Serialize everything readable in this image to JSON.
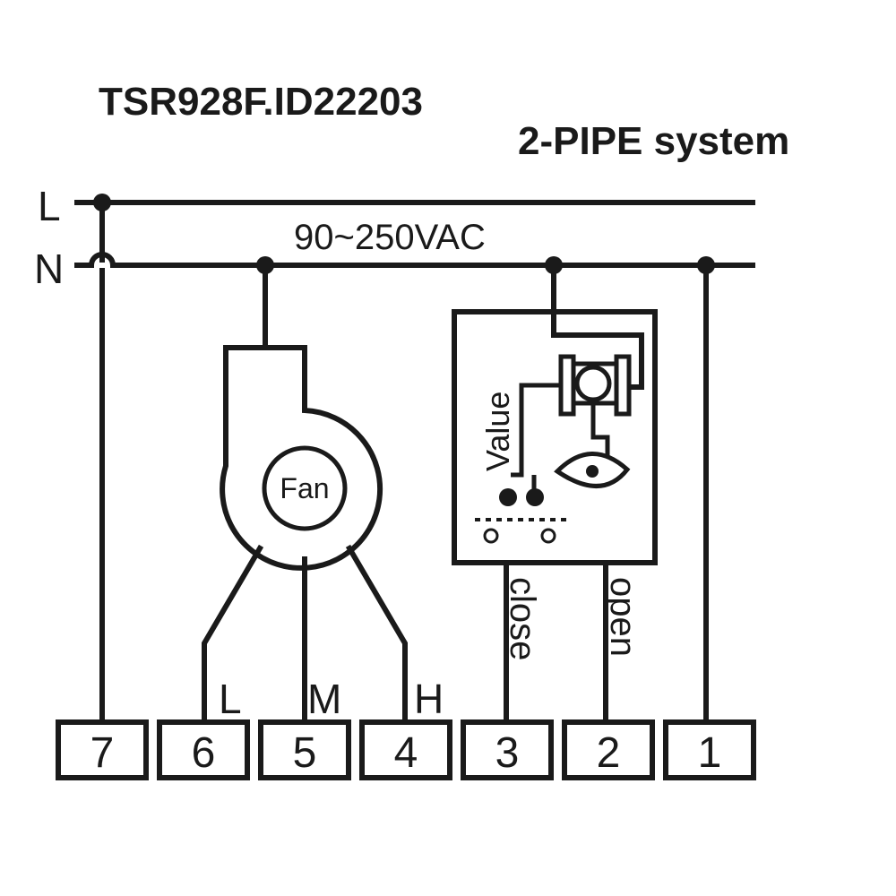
{
  "header": {
    "model": "TSR928F.ID22203",
    "system": "2-PIPE system"
  },
  "supply": {
    "line_label": "L",
    "neutral_label": "N",
    "voltage": "90~250VAC"
  },
  "fan": {
    "label": "Fan",
    "speeds": {
      "low": "L",
      "medium": "M",
      "high": "H"
    }
  },
  "valve": {
    "label": "Value",
    "close_label": "close",
    "open_label": "open"
  },
  "terminals": [
    "7",
    "6",
    "5",
    "4",
    "3",
    "2",
    "1"
  ],
  "colors": {
    "ink": "#1a1a1a",
    "background": "#ffffff"
  }
}
